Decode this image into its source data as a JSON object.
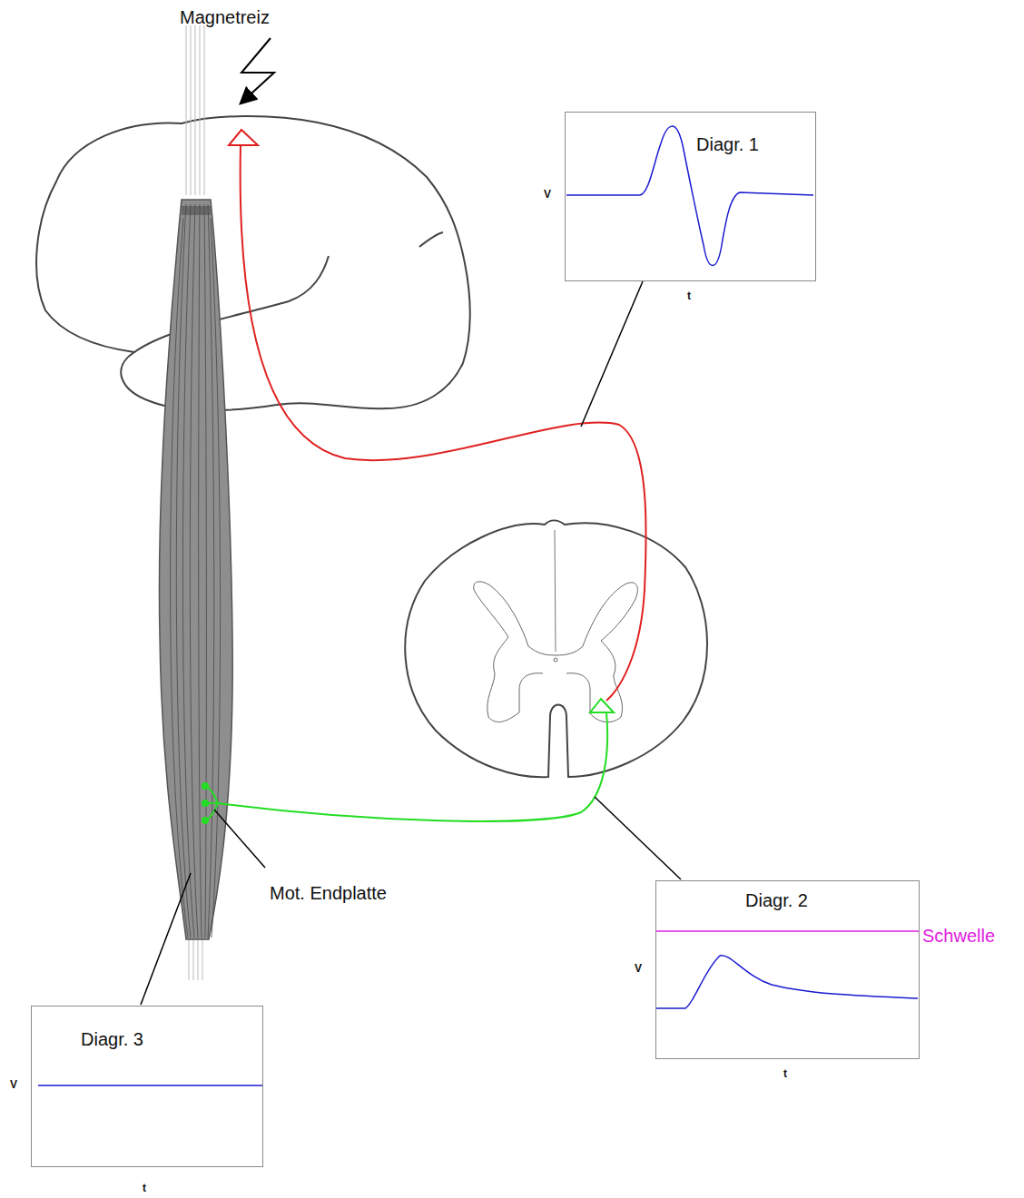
{
  "diagram": {
    "nodes": [
      {
        "text": [
          "Diagr. 1"
        ]
      },
      {
        "text": [
          "Diagr. 2"
        ]
      },
      {
        "text": [
          "Diagr. 3"
        ]
      }
    ],
    "labels": [
      "Magnetreiz",
      "V",
      "t",
      "Mot. Endplatte",
      "Schwelle",
      "V",
      "t",
      "V",
      "t"
    ]
  }
}
